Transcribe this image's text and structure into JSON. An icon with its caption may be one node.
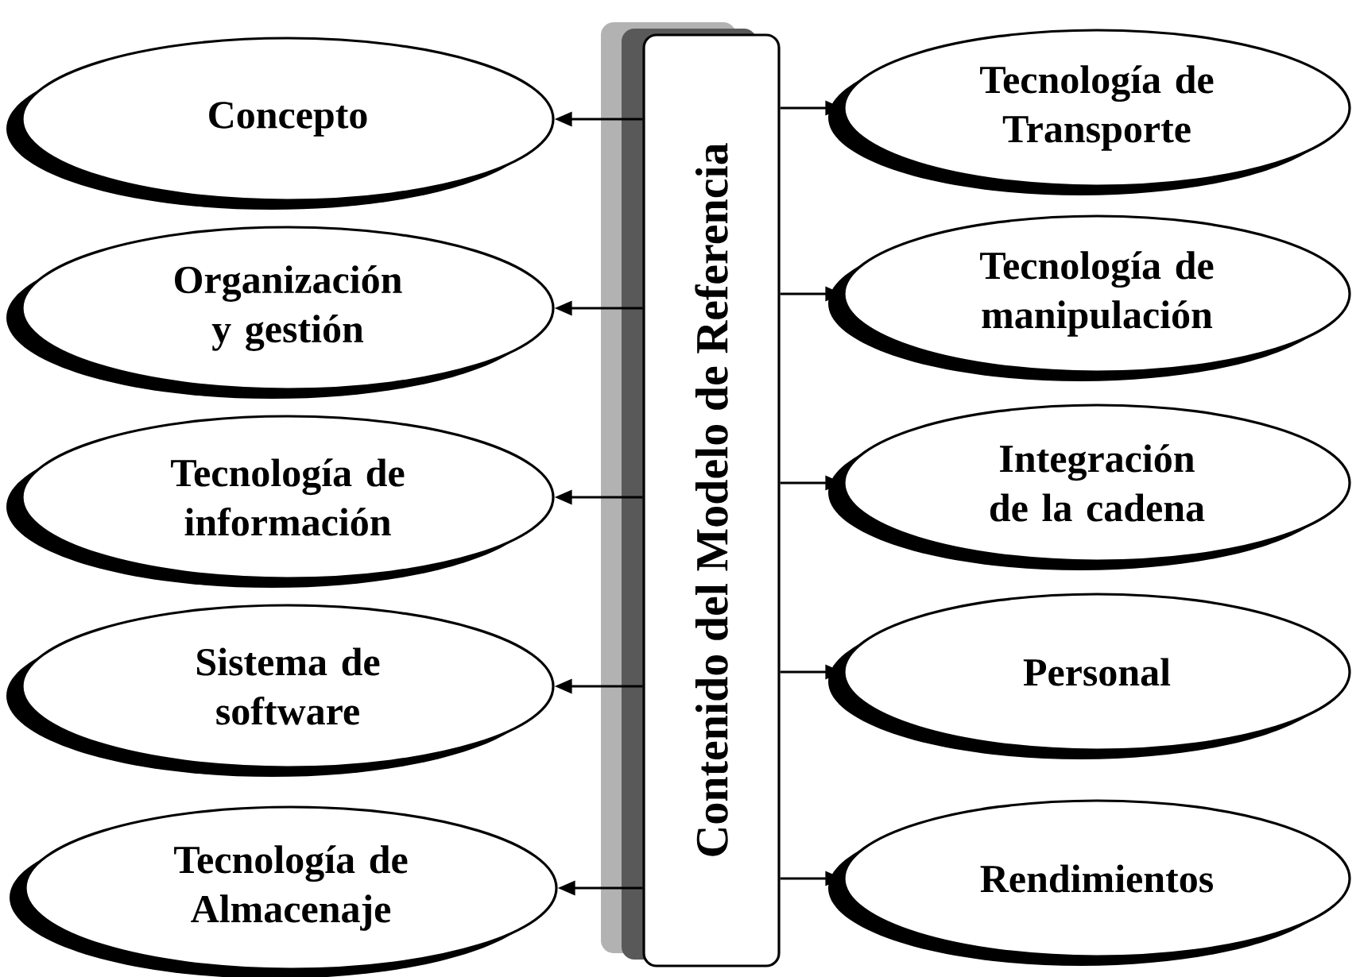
{
  "diagram": {
    "nodes": [
      {
        "text": [
          "Contenido del Modelo de Referencia"
        ]
      },
      {
        "text": [
          "Concepto"
        ]
      },
      {
        "text": [
          "Organización y gestión"
        ]
      },
      {
        "text": [
          "Tecnología de información"
        ]
      },
      {
        "text": [
          "Sistema de software"
        ]
      },
      {
        "text": [
          "Tecnología de Almacenaje"
        ]
      },
      {
        "text": [
          "Tecnología de Transporte"
        ]
      },
      {
        "text": [
          "Tecnología de manipulación"
        ]
      },
      {
        "text": [
          "Integración de la cadena"
        ]
      },
      {
        "text": [
          "Personal"
        ]
      },
      {
        "text": [
          "Rendimientos"
        ]
      }
    ],
    "edges": [
      {
        "from": 0,
        "to": 1,
        "arrow": "to"
      },
      {
        "from": 0,
        "to": 2,
        "arrow": "to"
      },
      {
        "from": 0,
        "to": 3,
        "arrow": "to"
      },
      {
        "from": 0,
        "to": 4,
        "arrow": "to"
      },
      {
        "from": 0,
        "to": 5,
        "arrow": "to"
      },
      {
        "from": 0,
        "to": 6,
        "arrow": "to"
      },
      {
        "from": 0,
        "to": 7,
        "arrow": "to"
      },
      {
        "from": 0,
        "to": 8,
        "arrow": "to"
      },
      {
        "from": 0,
        "to": 9,
        "arrow": "to"
      },
      {
        "from": 0,
        "to": 10,
        "arrow": "to"
      }
    ]
  }
}
